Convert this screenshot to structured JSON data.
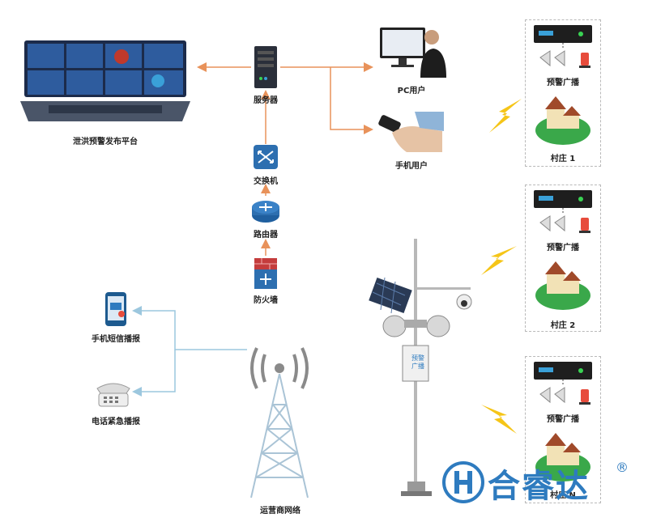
{
  "nodes": {
    "platform": "泄洪预警发布平台",
    "server": "服务器",
    "pc_user": "PC用户",
    "mobile_user": "手机用户",
    "switch": "交换机",
    "router": "路由器",
    "firewall": "防火墙",
    "sms_broadcast": "手机短信播报",
    "phone_broadcast": "电话紧急播报",
    "carrier_network": "运营商网络"
  },
  "villages": [
    {
      "broadcast": "预警广播",
      "name": "村庄 1"
    },
    {
      "broadcast": "预警广播",
      "name": "村庄 2"
    },
    {
      "broadcast": "预警广播",
      "name": "村庄 N"
    }
  ],
  "pole_box": "预警广播",
  "logo": {
    "text": "合睿达",
    "mark": "®"
  },
  "colors": {
    "link": "#e8925a",
    "blue_link": "#9cc7de",
    "brand": "#2e7bbf",
    "bolt": "#f5c518"
  }
}
